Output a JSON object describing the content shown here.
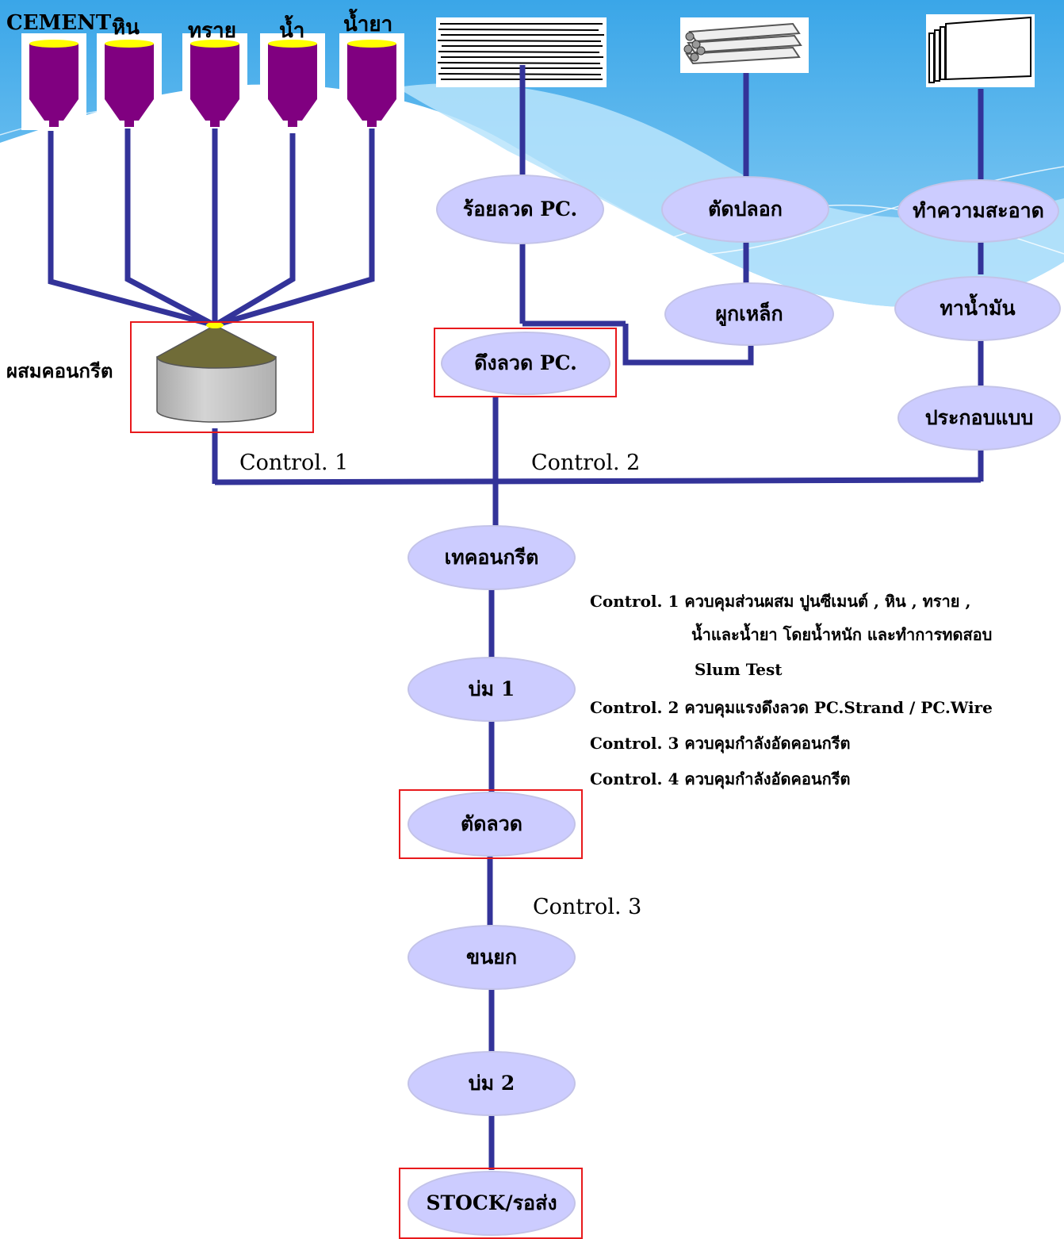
{
  "silos": {
    "cement": "CEMENT",
    "stone": "หิน",
    "sand": "ทราย",
    "water": "น้ำ",
    "admixture": "น้ำยา"
  },
  "mixer_label": "ผสมคอนกรีต",
  "nodes": {
    "thread_wire": "ร้อยลวด PC.",
    "cut_sleeve": "ตัดปลอก",
    "clean": "ทำความสะอาด",
    "tie_steel": "ผูกเหล็ก",
    "oil": "ทาน้ำมัน",
    "pull_wire": "ดึงลวด PC.",
    "assemble": "ประกอบแบบ",
    "pour": "เทคอนกรีต",
    "cure1": "บ่ม  1",
    "cut_wire": "ตัดลวด",
    "transport": "ขนยก",
    "cure2": "บ่ม  2",
    "stock": "STOCK/รอส่ง"
  },
  "controls": {
    "c1": "Control. 1",
    "c2": "Control. 2",
    "c3": "Control. 3"
  },
  "legend": {
    "line1": "Control. 1   ควบคุมส่วนผสม ปูนซีเมนต์ , หิน , ทราย ,",
    "line2": "น้ำและน้ำยา โดยน้ำหนัก และทำการทดสอบ",
    "line3": "Slum Test",
    "line4": "Control.  2  ควบคุมแรงดึงลวด PC.Strand / PC.Wire",
    "line5": "Control.  3  ควบคุมกำลังอัดคอนกรีต",
    "line6": "Control.  4  ควบคุมกำลังอัดคอนกรีต"
  },
  "colors": {
    "line": "#333399",
    "node_fill": "#ccccff",
    "silo": "#800080",
    "silo_top": "#ffff00",
    "highlight_box": "#e8191c"
  },
  "icons": [
    "silo-icon",
    "mixer-icon",
    "wire-bundle-icon",
    "rebar-icon",
    "panel-stack-icon"
  ]
}
